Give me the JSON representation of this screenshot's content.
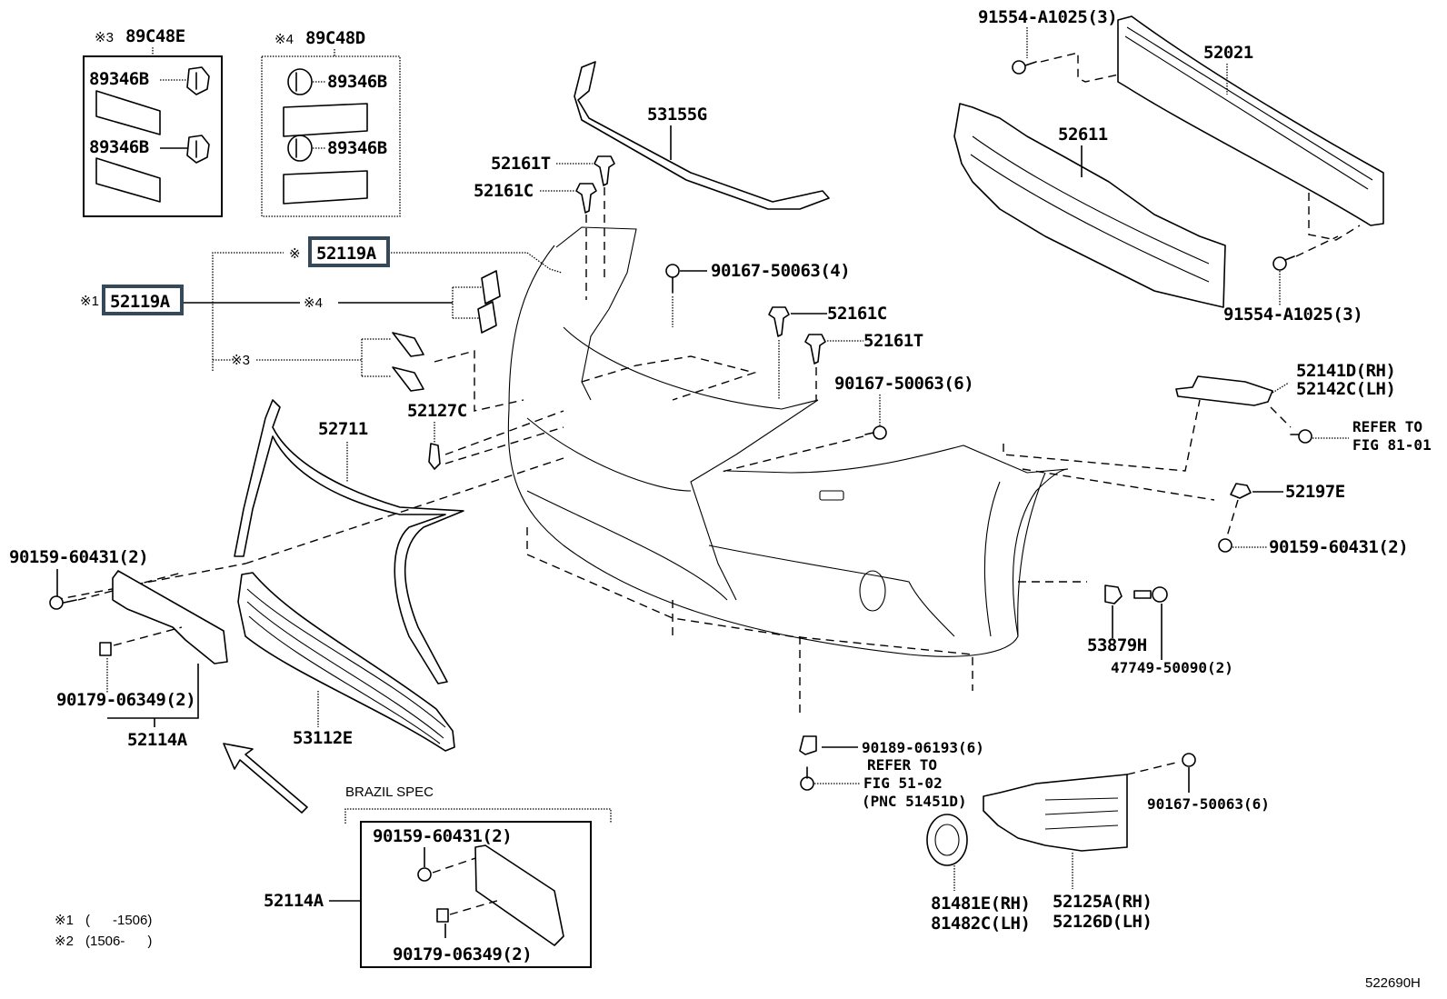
{
  "diagram": {
    "figure_id": "522690H",
    "kit_boxes": [
      {
        "mark": "※3",
        "part": "89C48E",
        "items": [
          "89346B",
          "89346B"
        ]
      },
      {
        "mark": "※4",
        "part": "89C48D",
        "items": [
          "89346B",
          "89346B"
        ]
      }
    ],
    "highlighted_part": "52119A",
    "highlight_color": "#34495a",
    "callouts": {
      "c_52119A_top_mark": "※",
      "c_52119A_left_mark": "※1",
      "c_mark4": "※4",
      "c_mark3": "※3",
      "c_52127C": "52127C",
      "c_52711": "52711",
      "c_53155G": "53155G",
      "c_52161T_a": "52161T",
      "c_52161C_a": "52161C",
      "c_90167_4": "90167-50063(4)",
      "c_52161C_b": "52161C",
      "c_52161T_b": "52161T",
      "c_90167_6a": "90167-50063(6)",
      "c_91554_top": "91554-A1025(3)",
      "c_52021": "52021",
      "c_52611": "52611",
      "c_91554_bot": "91554-A1025(3)",
      "c_52141D": "52141D(RH)",
      "c_52142C": "52142C(LH)",
      "c_refer81_1": "REFER TO",
      "c_refer81_2": "FIG 81-01",
      "c_52197E": "52197E",
      "c_90159_right": "90159-60431(2)",
      "c_53879H": "53879H",
      "c_47749": "47749-50090(2)",
      "c_90159_left": "90159-60431(2)",
      "c_90179_left": "90179-06349(2)",
      "c_52114A": "52114A",
      "c_53112E": "53112E",
      "c_90189": "90189-06193(6)",
      "c_refer51_1": "REFER TO",
      "c_refer51_2": "FIG 51-02",
      "c_refer51_3": "(PNC 51451D)",
      "c_90167_6b": "90167-50063(6)",
      "c_81481E": "81481E(RH)",
      "c_81482C": "81482C(LH)",
      "c_52125A": "52125A(RH)",
      "c_52126D": "52126D(LH)"
    },
    "brazil_spec": {
      "title": "BRAZIL SPEC",
      "assembly": "52114A",
      "bolt": "90159-60431(2)",
      "nut": "90179-06349(2)"
    },
    "footnotes": [
      {
        "mark": "※1",
        "range": "(      -1506)"
      },
      {
        "mark": "※2",
        "range": "(1506-      )"
      }
    ]
  }
}
